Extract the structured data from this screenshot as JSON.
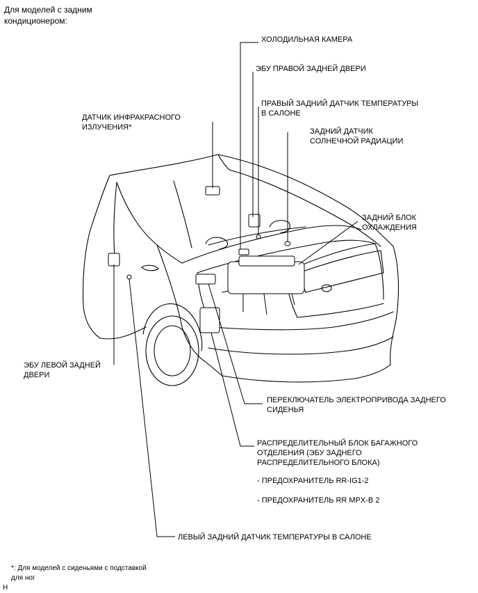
{
  "header": {
    "line1": "Для моделей с задним",
    "line2": "кондиционером:"
  },
  "labels": {
    "cold_chamber": "ХОЛОДИЛЬНАЯ КАМЕРА",
    "rr_door_ecu": "ЭБУ ПРАВОЙ ЗАДНЕЙ ДВЕРИ",
    "rr_temp_sensor_1": "ПРАВЫЙ ЗАДНИЙ ДАТЧИК ТЕМПЕРАТУРЫ",
    "rr_temp_sensor_2": "В САЛОНЕ",
    "solar_sensor_1": "ЗАДНИЙ ДАТЧИК",
    "solar_sensor_2": "СОЛНЕЧНОЙ РАДИАЦИИ",
    "ir_sensor_1": "ДАТЧИК ИНФРАКРАСНОГО",
    "ir_sensor_2": "ИЗЛУЧЕНИЯ*",
    "cooling_unit_1": "ЗАДНИЙ БЛОК",
    "cooling_unit_2": "ОХЛАЖДЕНИЯ",
    "rl_door_ecu_1": "ЭБУ ЛЕВОЙ ЗАДНЕЙ",
    "rl_door_ecu_2": "ДВЕРИ",
    "seat_switch_1": "ПЕРЕКЛЮЧАТЕЛЬ ЭЛЕКТРОПРИВОДА ЗАДНЕГО",
    "seat_switch_2": "СИДЕНЬЯ",
    "luggage_jb_1": "РАСПРЕДЕЛИТЕЛЬНЫЙ БЛОК БАГАЖНОГО",
    "luggage_jb_2": "ОТДЕЛЕНИЯ (ЭБУ ЗАДНЕГО",
    "luggage_jb_3": "РАСПРЕДЕЛИТЕЛЬНОГО БЛОКА)",
    "fuse_1": "- ПРЕДОХРАНИТЕЛЬ RR-IG1-2",
    "fuse_2": "- ПРЕДОХРАНИТЕЛЬ RR MPX-B 2",
    "rl_temp_sensor": "ЛЕВЫЙ ЗАДНИЙ ДАТЧИК ТЕМПЕРАТУРЫ В САЛОНЕ"
  },
  "footnote": {
    "line1": "*: Для моделей с сиденьями с подставкой",
    "line2": "для ног"
  },
  "figure_code": "H"
}
